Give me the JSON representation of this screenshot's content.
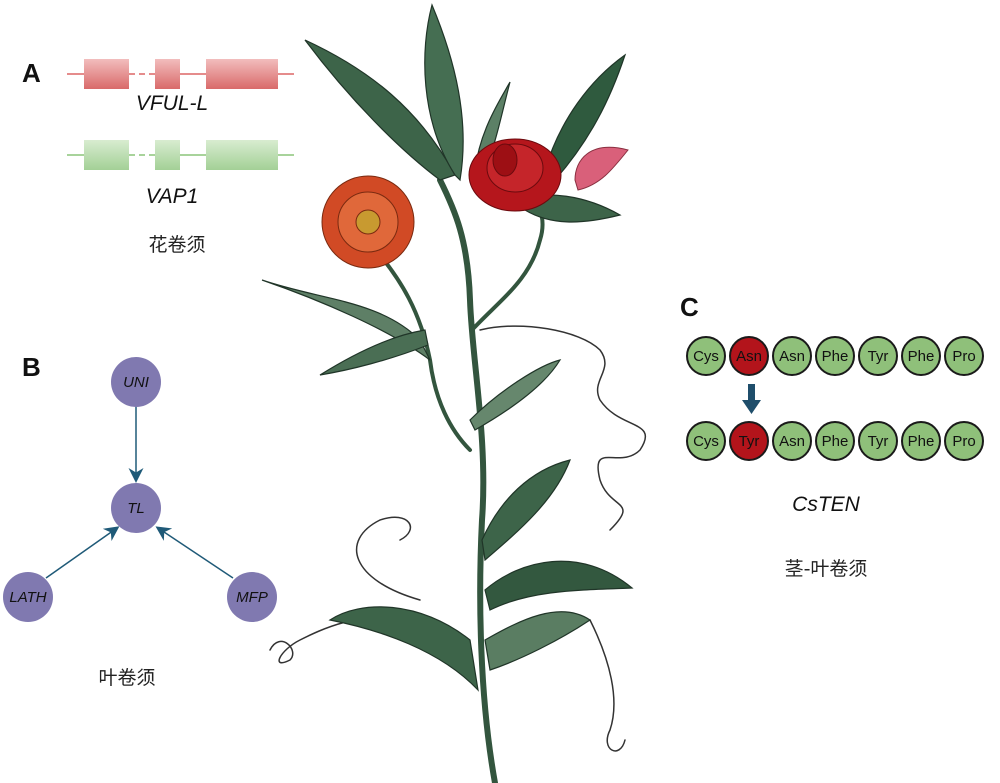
{
  "panel_a": {
    "letter": "A",
    "genes": [
      {
        "name": "VFUL-L",
        "color": "#e07c7c",
        "line_color": "#e58c8c"
      },
      {
        "name": "VAP1",
        "color": "#a8d39b",
        "line_color": "#a8d39b"
      }
    ],
    "caption": "花卷须"
  },
  "panel_b": {
    "letter": "B",
    "nodes": [
      {
        "id": "UNI",
        "label": "UNI"
      },
      {
        "id": "TL",
        "label": "TL"
      },
      {
        "id": "LATH",
        "label": "LATH"
      },
      {
        "id": "MFP",
        "label": "MFP"
      }
    ],
    "edges": [
      {
        "from": "UNI",
        "to": "TL"
      },
      {
        "from": "LATH",
        "to": "TL"
      },
      {
        "from": "MFP",
        "to": "TL"
      }
    ],
    "node_color": "#8079b0",
    "edge_color": "#1f5a78",
    "caption": "叶卷须"
  },
  "panel_c": {
    "letter": "C",
    "sequence_before": [
      "Cys",
      "Asn",
      "Asn",
      "Phe",
      "Tyr",
      "Phe",
      "Pro"
    ],
    "sequence_after": [
      "Cys",
      "Tyr",
      "Asn",
      "Phe",
      "Tyr",
      "Phe",
      "Pro"
    ],
    "mutated_index": 1,
    "residue_color": "#8fc07a",
    "mutation_color": "#b3141b",
    "arrow_color": "#1f4e6b",
    "gene": "CsTEN",
    "caption": "茎-叶卷须"
  },
  "illustration": {
    "subject": "tendril-bearing plant with red flowers",
    "leaf_color": "#3f6b4c",
    "flower_color": "#b5161c",
    "bud_color": "#d9607a",
    "pompom_color": "#d14a25"
  }
}
